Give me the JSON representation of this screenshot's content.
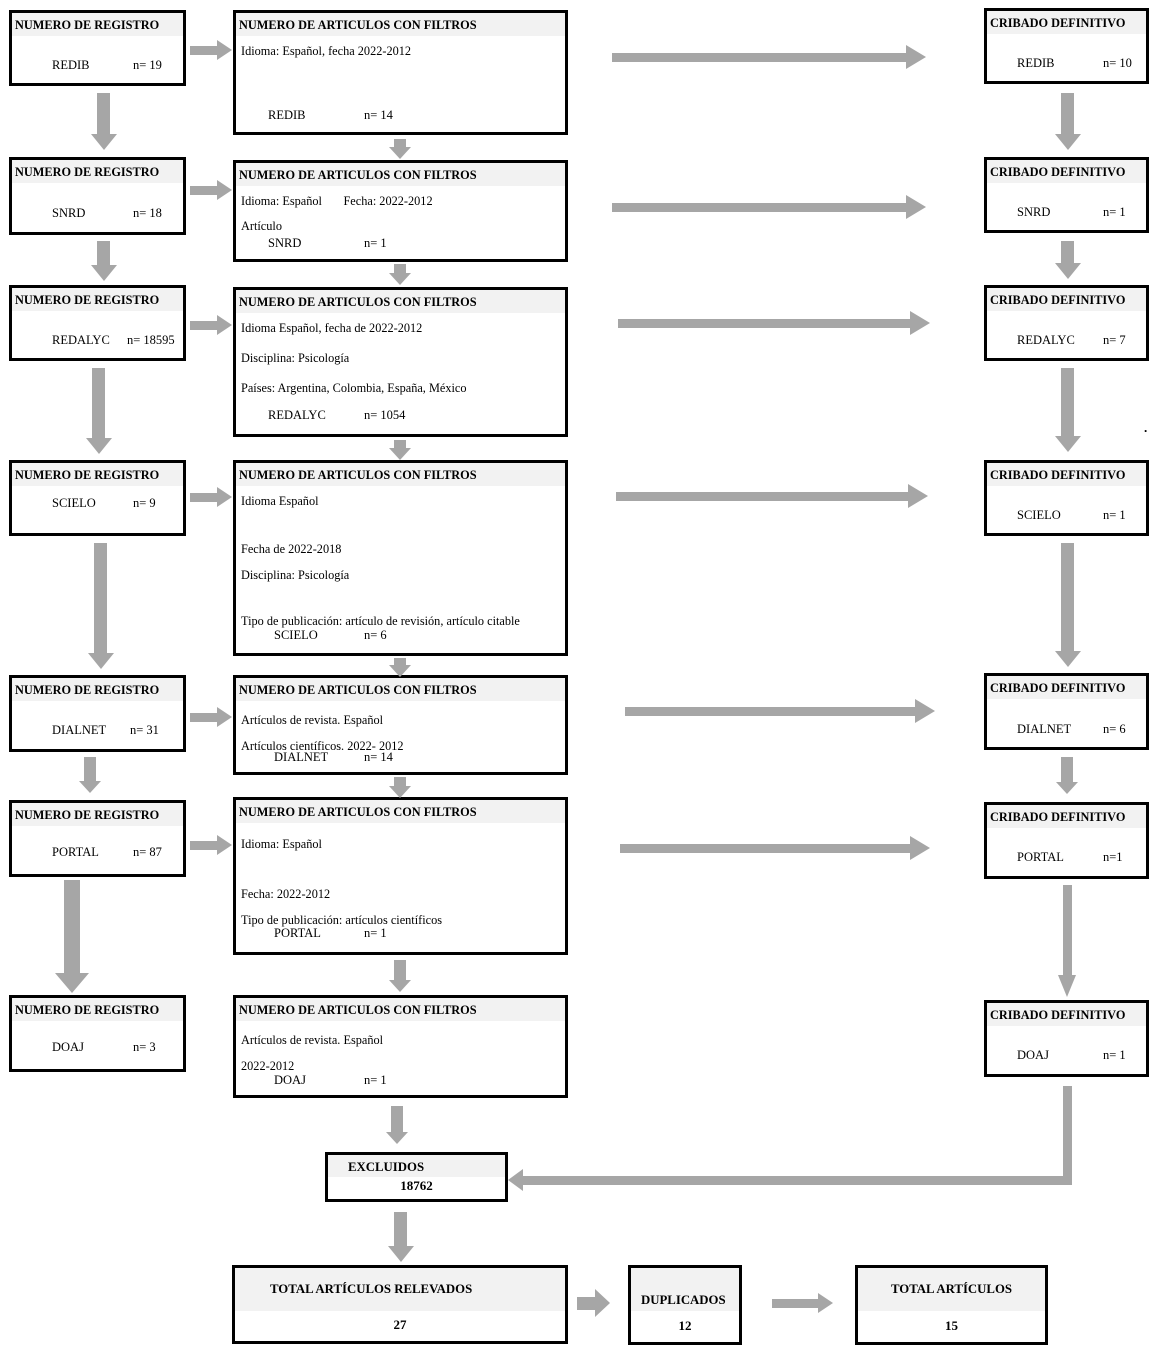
{
  "colors": {
    "border": "#000000",
    "header_bg": "#f2f2f2",
    "arrow": "#a6a6a6",
    "background": "#ffffff",
    "text": "#000000"
  },
  "rows": [
    {
      "left": {
        "title": "NUMERO DE REGISTRO",
        "name": "REDIB",
        "value": "n= 19"
      },
      "middle": {
        "title": "NUMERO DE ARTICULOS CON FILTROS",
        "lines": [
          "Idioma: Español, fecha 2022-2012"
        ],
        "name": "REDIB",
        "value": "n= 14"
      },
      "right": {
        "title": "CRIBADO DEFINITIVO",
        "name": "REDIB",
        "value": "n= 10"
      }
    },
    {
      "left": {
        "title": "NUMERO DE REGISTRO",
        "name": "SNRD",
        "value": "n= 18"
      },
      "middle": {
        "title": "NUMERO DE ARTICULOS CON FILTROS",
        "lines": [
          "Idioma: Español       Fecha: 2022-2012",
          "Artículo"
        ],
        "name": "SNRD",
        "value": "n= 1"
      },
      "right": {
        "title": "CRIBADO DEFINITIVO",
        "name": "SNRD",
        "value": "n= 1"
      }
    },
    {
      "left": {
        "title": "NUMERO DE REGISTRO",
        "name": "REDALYC",
        "value": "n= 18595"
      },
      "middle": {
        "title": "NUMERO DE ARTICULOS CON FILTROS",
        "lines": [
          "Idioma Español, fecha de 2022-2012",
          "Disciplina: Psicología",
          "Países: Argentina, Colombia, España, México"
        ],
        "name": "REDALYC",
        "value": "n= 1054"
      },
      "right": {
        "title": "CRIBADO DEFINITIVO",
        "name": "REDALYC",
        "value": "n= 7"
      }
    },
    {
      "left": {
        "title": "NUMERO DE REGISTRO",
        "name": "SCIELO",
        "value": "n= 9"
      },
      "middle": {
        "title": "NUMERO DE ARTICULOS CON FILTROS",
        "lines": [
          "Idioma Español",
          "Fecha de 2022-2018",
          "Disciplina: Psicología",
          "Tipo de publicación: artículo de revisión, artículo citable"
        ],
        "name": "SCIELO",
        "value": "n= 6"
      },
      "right": {
        "title": "CRIBADO DEFINITIVO",
        "name": "SCIELO",
        "value": "n= 1"
      }
    },
    {
      "left": {
        "title": "NUMERO DE REGISTRO",
        "name": "DIALNET",
        "value": "n= 31"
      },
      "middle": {
        "title": "NUMERO DE ARTICULOS CON FILTROS",
        "lines": [
          "Artículos de revista. Español",
          "Artículos científicos. 2022- 2012"
        ],
        "name": "DIALNET",
        "value": "n= 14"
      },
      "right": {
        "title": "CRIBADO DEFINITIVO",
        "name": "DIALNET",
        "value": "n= 6"
      }
    },
    {
      "left": {
        "title": "NUMERO DE REGISTRO",
        "name": "PORTAL",
        "value": "n= 87"
      },
      "middle": {
        "title": "NUMERO DE ARTICULOS CON FILTROS",
        "lines": [
          "Idioma: Español",
          "Fecha: 2022-2012",
          "Tipo de publicación: artículos científicos"
        ],
        "name": "PORTAL",
        "value": "n= 1"
      },
      "right": {
        "title": "CRIBADO DEFINITIVO",
        "name": "PORTAL",
        "value": "n=1"
      }
    },
    {
      "left": {
        "title": "NUMERO DE REGISTRO",
        "name": "DOAJ",
        "value": "n= 3"
      },
      "middle": {
        "title": "NUMERO DE ARTICULOS CON FILTROS",
        "lines": [
          "Artículos de revista. Español",
          "2022-2012"
        ],
        "name": "DOAJ",
        "value": "n= 1"
      },
      "right": {
        "title": "CRIBADO DEFINITIVO",
        "name": "DOAJ",
        "value": "n= 1"
      }
    }
  ],
  "excluded": {
    "title": "EXCLUIDOS",
    "value": "18762"
  },
  "bottom": {
    "relevados": {
      "title": "TOTAL ARTÍCULOS RELEVADOS",
      "value": "27"
    },
    "duplicados": {
      "title": "DUPLICADOS",
      "value": "12"
    },
    "total": {
      "title": "TOTAL ARTÍCULOS",
      "value": "15"
    }
  },
  "misc": {
    "stray_dot": "."
  }
}
